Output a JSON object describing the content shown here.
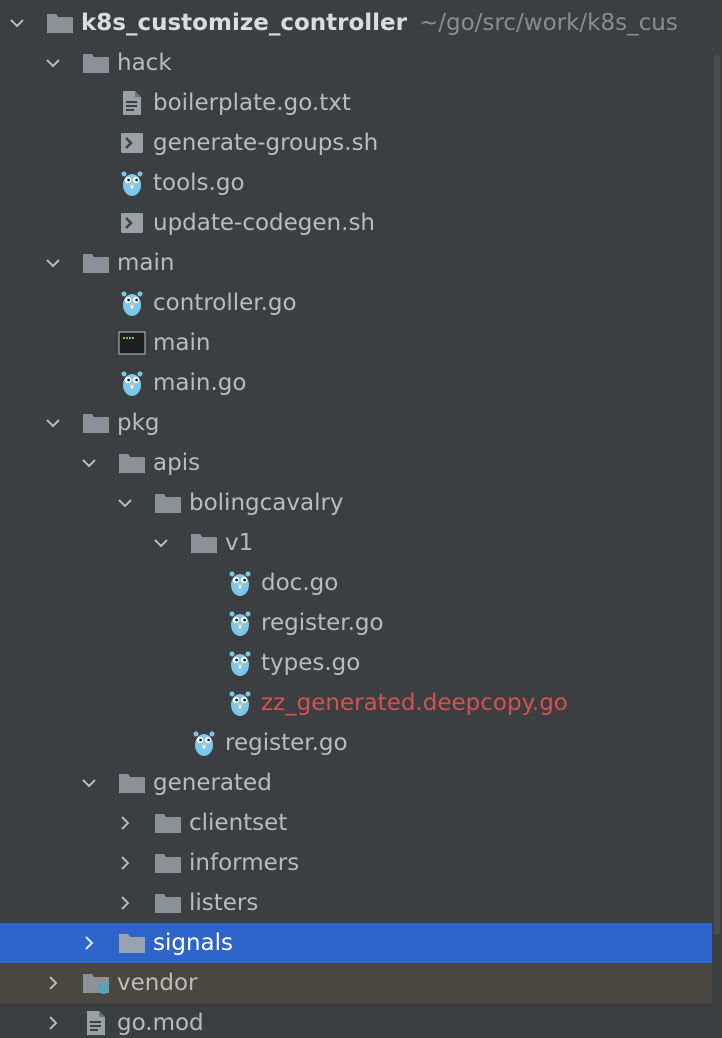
{
  "tree": {
    "root": {
      "label": "k8s_customize_controller",
      "path_hint": "~/go/src/work/k8s_cus"
    },
    "items": [
      {
        "label": "hack",
        "type": "folder",
        "expanded": true
      },
      {
        "label": "boilerplate.go.txt",
        "type": "text-file"
      },
      {
        "label": "generate-groups.sh",
        "type": "shell-file"
      },
      {
        "label": "tools.go",
        "type": "go-file"
      },
      {
        "label": "update-codegen.sh",
        "type": "shell-file"
      },
      {
        "label": "main",
        "type": "folder",
        "expanded": true
      },
      {
        "label": "controller.go",
        "type": "go-file"
      },
      {
        "label": "main",
        "type": "executable-file"
      },
      {
        "label": "main.go",
        "type": "go-file"
      },
      {
        "label": "pkg",
        "type": "folder",
        "expanded": true
      },
      {
        "label": "apis",
        "type": "folder",
        "expanded": true
      },
      {
        "label": "bolingcavalry",
        "type": "folder",
        "expanded": true
      },
      {
        "label": "v1",
        "type": "folder",
        "expanded": true
      },
      {
        "label": "doc.go",
        "type": "go-file"
      },
      {
        "label": "register.go",
        "type": "go-file"
      },
      {
        "label": "types.go",
        "type": "go-file"
      },
      {
        "label": "zz_generated.deepcopy.go",
        "type": "go-file",
        "status": "modified"
      },
      {
        "label": "register.go",
        "type": "go-file"
      },
      {
        "label": "generated",
        "type": "folder",
        "expanded": true
      },
      {
        "label": "clientset",
        "type": "folder",
        "expanded": false
      },
      {
        "label": "informers",
        "type": "folder",
        "expanded": false
      },
      {
        "label": "listers",
        "type": "folder",
        "expanded": false
      },
      {
        "label": "signals",
        "type": "folder",
        "expanded": false,
        "selected": true
      },
      {
        "label": "vendor",
        "type": "vendor-folder",
        "expanded": false
      },
      {
        "label": "go.mod",
        "type": "mod-file",
        "expanded": false
      }
    ]
  },
  "colors": {
    "background": "#3c3f41",
    "text": "#bbbbbb",
    "selection": "#2f65ca",
    "excluded_row": "#49473f",
    "modified_text": "#d25252",
    "folder_icon": "#8b9197",
    "go_icon": "#7cc7ea"
  }
}
